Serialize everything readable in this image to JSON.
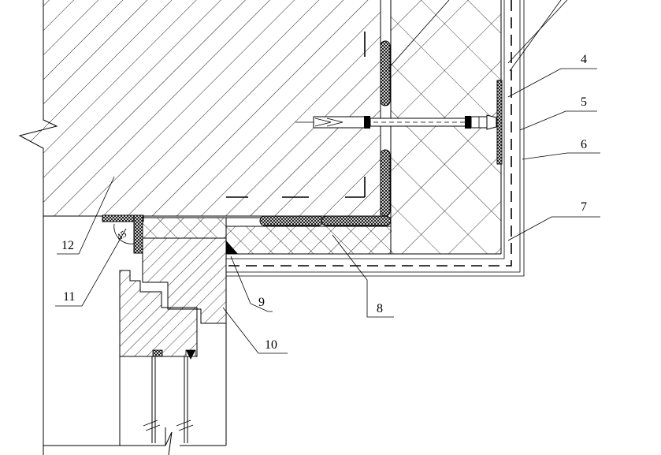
{
  "drawing": {
    "callouts": [
      {
        "id": "4",
        "label": "4"
      },
      {
        "id": "5",
        "label": "5"
      },
      {
        "id": "6",
        "label": "6"
      },
      {
        "id": "7",
        "label": "7"
      },
      {
        "id": "8",
        "label": "8"
      },
      {
        "id": "9",
        "label": "9"
      },
      {
        "id": "10",
        "label": "10"
      },
      {
        "id": "11",
        "label": "11"
      },
      {
        "id": "12",
        "label": "12"
      }
    ],
    "angle_mark": "45"
  }
}
